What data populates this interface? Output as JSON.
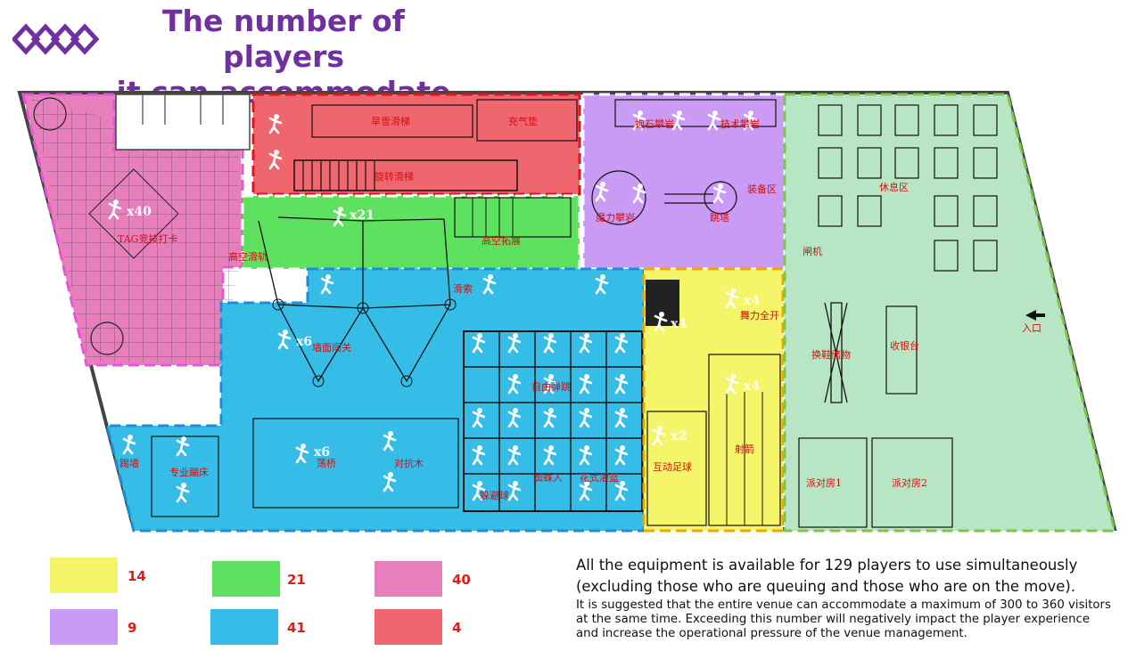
{
  "title": {
    "line1": "The number of players",
    "line2": "it can accommodate"
  },
  "colors": {
    "title": "#7030a0",
    "yellow": "#f5f56a",
    "green": "#5ee15e",
    "pink": "#e87fbd",
    "purple": "#c99bf5",
    "blue": "#35bde8",
    "red": "#f0666e",
    "lounge": "#b8e6c4",
    "label_red": "#e01b1b"
  },
  "zones": {
    "pink": {
      "label": "TAG竞技打卡",
      "capacity": "x40"
    },
    "red": {
      "label_slide": "旱雪滑梯",
      "label_air": "充气垫",
      "label_slide2": "旋转滑梯"
    },
    "green": {
      "label": "高空拓展",
      "label_rail": "高空滑轨",
      "capacity": "x21"
    },
    "purple": {
      "label_rock": "抱石攀岩",
      "label_tech": "技术攀岩",
      "label_magic": "魔力攀岩",
      "label_jump": "跳塔",
      "label_equip": "装备区"
    },
    "blue": {
      "label_cable": "滑索",
      "label_wall": "墙面闯关",
      "label_free": "自由弹跳",
      "label_bridge": "荡桥",
      "label_wood": "对抗木",
      "label_kick": "踢墙",
      "label_pro": "专业蹦床",
      "label_spider": "蜘蛛人",
      "label_basket": "花式灌篮",
      "label_dodge": "躲避球",
      "cap_wall": "x6",
      "cap_bridge": "x6"
    },
    "yellow": {
      "label_dance": "舞力全开",
      "label_soccer": "互动足球",
      "label_archery": "射箭",
      "cap_dance": "x4",
      "cap_mid": "x4",
      "cap_arch": "x4",
      "cap_soccer": "x2"
    },
    "lounge": {
      "label_rest": "休息区",
      "label_gate": "闸机",
      "label_store": "换鞋储物",
      "label_cashier": "收银台",
      "label_entry": "入口",
      "label_party1": "派对房1",
      "label_party2": "派对房2"
    }
  },
  "legend": [
    {
      "color": "#f5f56a",
      "value": "14"
    },
    {
      "color": "#5ee15e",
      "value": "21"
    },
    {
      "color": "#e87fbd",
      "value": "40"
    },
    {
      "color": "#c99bf5",
      "value": "9"
    },
    {
      "color": "#35bde8",
      "value": "41"
    },
    {
      "color": "#f0666e",
      "value": "4"
    }
  ],
  "notes": {
    "main": "All the equipment is available for 129 players to use simultaneously (excluding those who are queuing and those who are on the move).",
    "sub": "It is suggested that the entire venue can accommodate a maximum of 300 to 360 visitors at the same time. Exceeding this number will negatively impact the player experience and increase the operational pressure of the venue management."
  }
}
